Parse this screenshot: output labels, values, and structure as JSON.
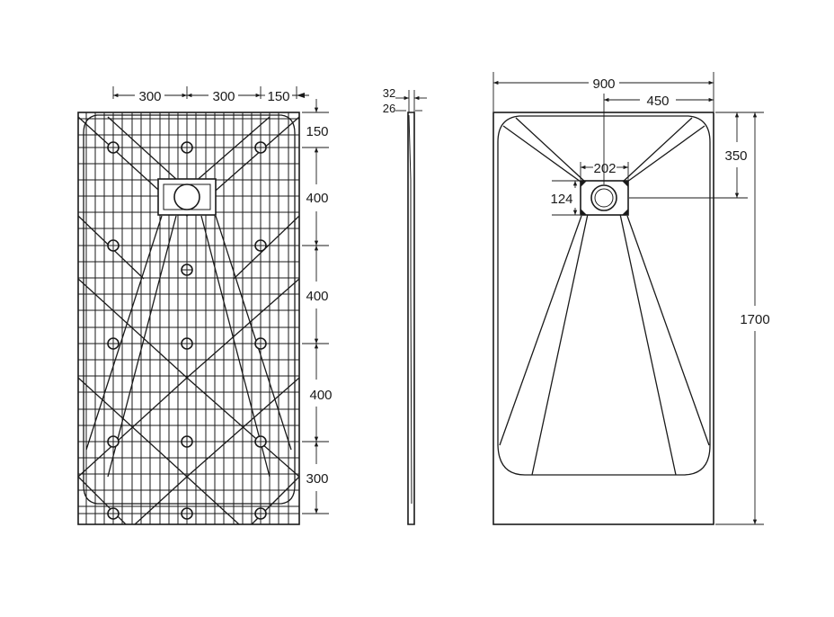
{
  "bottom_view": {
    "width_dims": [
      "300",
      "300",
      "150"
    ],
    "height_dims": [
      "150",
      "400",
      "400",
      "400",
      "300"
    ]
  },
  "side_view": {
    "dims": [
      "32",
      "26"
    ]
  },
  "top_view": {
    "dims": {
      "overall_width": "900",
      "half_width": "450",
      "drain_offset": "350",
      "overall_length": "1700",
      "drain_box_width": "202",
      "drain_box_height": "124"
    }
  }
}
